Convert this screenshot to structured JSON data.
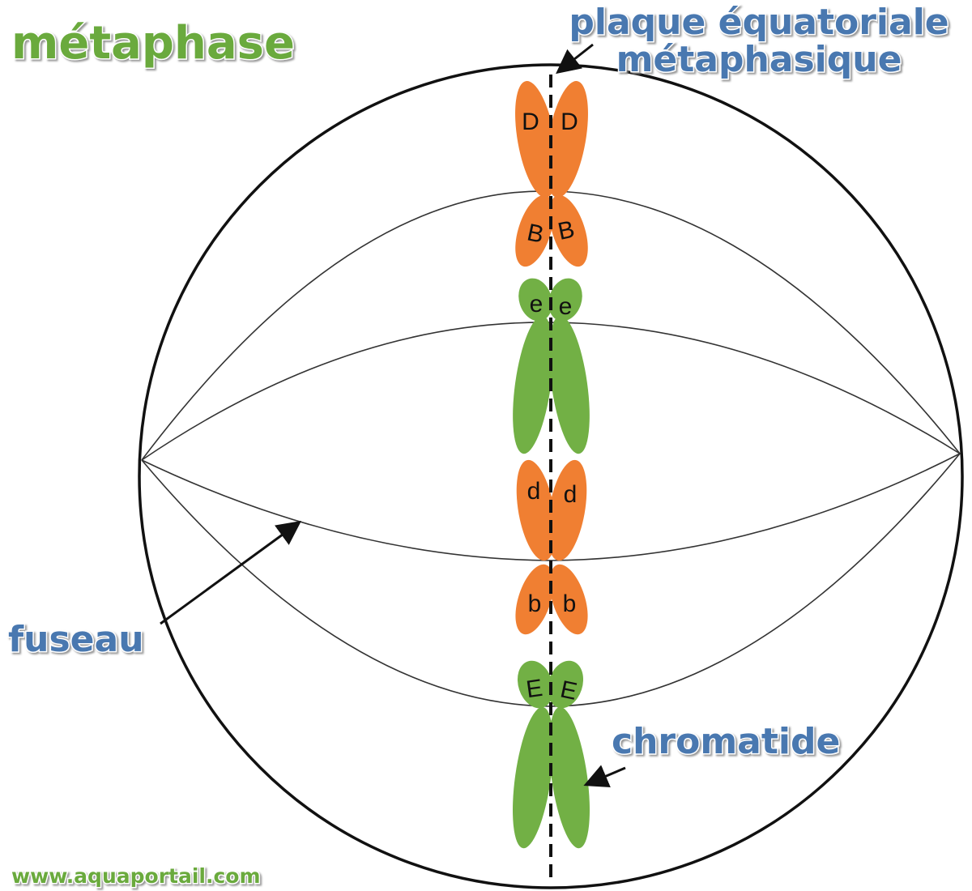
{
  "title": "métaphase",
  "labels": {
    "plate_line1": "plaque équatoriale",
    "plate_line2": "métaphasique",
    "spindle": "fuseau",
    "chromatid": "chromatide"
  },
  "watermark": "www.aquaportail.com",
  "chromosomes": [
    {
      "color": "orange",
      "top_left": "D",
      "top_right": "D",
      "bottom_left": "B",
      "bottom_right": "B"
    },
    {
      "color": "green",
      "top_left": "e",
      "top_right": "e"
    },
    {
      "color": "orange",
      "top_left": "d",
      "top_right": "d",
      "bottom_left": "b",
      "bottom_right": "b"
    },
    {
      "color": "green",
      "top_left": "E",
      "top_right": "E"
    }
  ],
  "colors": {
    "title_green": "#6aaa3c",
    "label_blue": "#4a78b0",
    "chromosome_orange": "#f07f32",
    "chromosome_green": "#72b045",
    "outline": "#111111",
    "spindle": "#333333"
  }
}
